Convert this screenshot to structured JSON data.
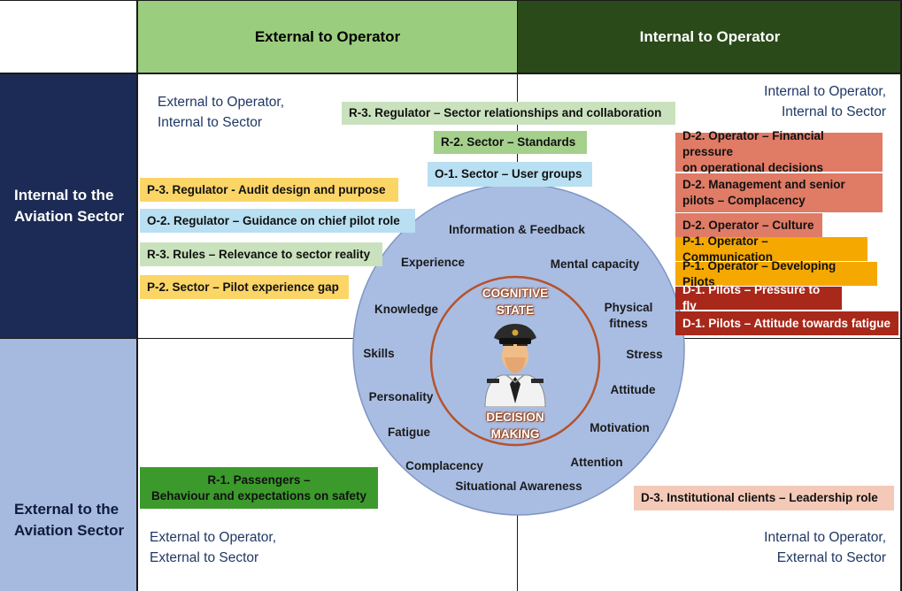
{
  "columns": {
    "external": "External to Operator",
    "internal": "Internal to Operator"
  },
  "rows": {
    "internal": "Internal to the\nAviation Sector",
    "external": "External to the\nAviation Sector"
  },
  "quadrants": {
    "top_left": "External to Operator,\nInternal to Sector",
    "top_right": "Internal to Operator,\nInternal to Sector",
    "bottom_left": "External to Operator,\nExternal to Sector",
    "bottom_right": "Internal to Operator,\nExternal to Sector"
  },
  "tags": {
    "r3_regulator": "R-3. Regulator – Sector relationships and collaboration",
    "r2_sector": "R-2. Sector – Standards",
    "o1_sector": "O-1. Sector – User groups",
    "p3_regulator": "P-3. Regulator - Audit design and purpose",
    "o2_regulator": "O-2. Regulator – Guidance on chief pilot role",
    "r3_rules": "R-3. Rules – Relevance to sector reality",
    "p2_sector": "P-2. Sector – Pilot experience gap",
    "d2_financial": "D-2. Operator – Financial pressure\non operational decisions",
    "d2_management": "D-2. Management and senior\npilots – Complacency",
    "d2_culture": "D-2. Operator – Culture",
    "p1_communication": "P-1. Operator – Communication",
    "p1_developing": "P-1. Operator – Developing Pilots",
    "d1_pressure": "D-1. Pilots – Pressure to fly",
    "d1_attitude": "D-1. Pilots – Attitude towards fatigue",
    "r1_passengers": "R-1. Passengers –\nBehaviour and expectations on safety",
    "d3_institutional": "D-3. Institutional clients –  Leadership role"
  },
  "circle": {
    "factors": {
      "information": "Information & Feedback",
      "mental": "Mental capacity",
      "experience": "Experience",
      "knowledge": "Knowledge",
      "physical": "Physical\nfitness",
      "skills": "Skills",
      "stress": "Stress",
      "personality": "Personality",
      "attitude": "Attitude",
      "fatigue": "Fatigue",
      "motivation": "Motivation",
      "complacency": "Complacency",
      "attention": "Attention",
      "situational": "Situational Awareness"
    },
    "inner": {
      "cognitive": "COGNITIVE\nSTATE",
      "decision": "DECISION\nMAKING"
    }
  },
  "colors": {
    "external_header": "#9bcd7e",
    "internal_header": "#2a4a19",
    "row_internal": "#1c2b55",
    "row_external": "#a6badf",
    "circle_fill": "#a9bde3",
    "inner_ring": "#b5532c",
    "tag_green": "#c9e2bd",
    "tag_darkgreen_mid": "#a4d08c",
    "tag_blue": "#b9dff2",
    "tag_yellow": "#fcd567",
    "tag_salmon": "#e07b66",
    "tag_orange": "#f5a800",
    "tag_red": "#a8281a",
    "tag_r1": "#3c9a2c",
    "tag_pink": "#f4c9b7"
  }
}
